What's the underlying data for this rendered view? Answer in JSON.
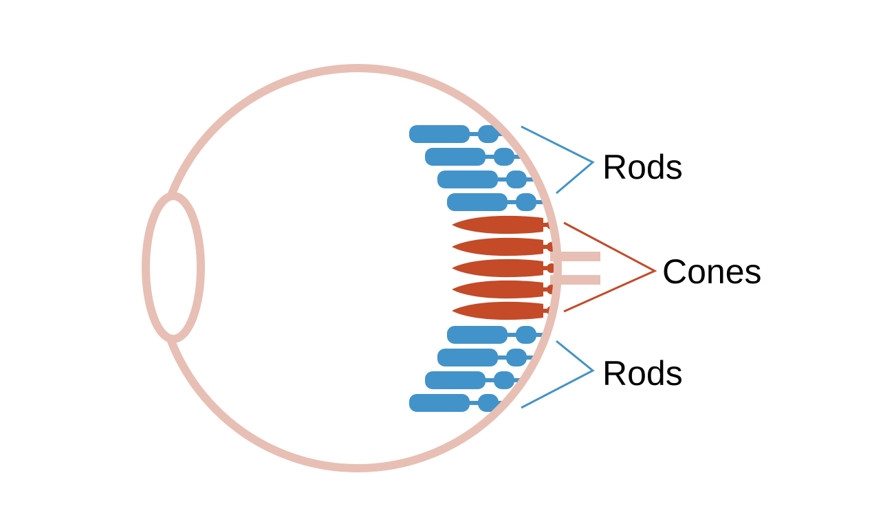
{
  "labels": {
    "rods_top": "Rods",
    "cones": "Cones",
    "rods_bottom": "Rods"
  },
  "colors": {
    "eye": "#e8bfb4",
    "rod": "#4293c9",
    "cone": "#c44a28",
    "text": "#000000",
    "background": "#ffffff"
  },
  "icons": {
    "eyeball": "eyeball-outline",
    "lens": "lens-outline",
    "optic_nerve": "optic-nerve",
    "rod": "rod-cell",
    "cone": "cone-cell"
  }
}
